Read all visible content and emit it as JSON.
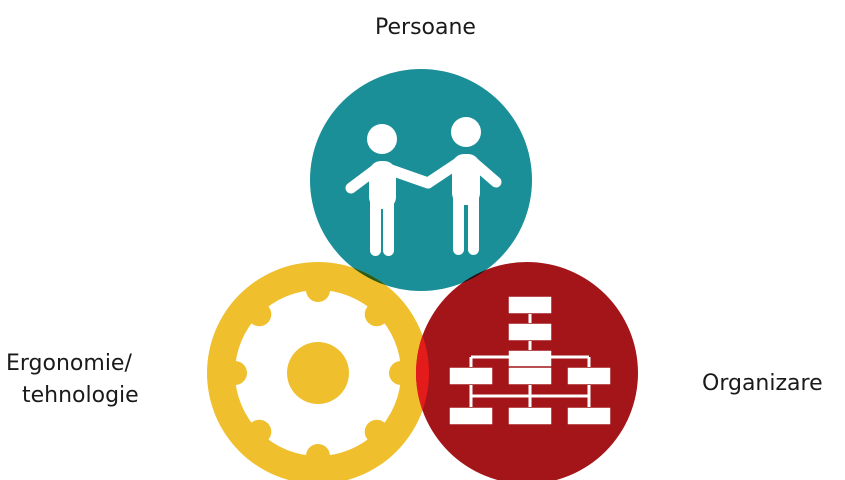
{
  "labels": {
    "people": "Persoane",
    "ergonomics_line1": "Ergonomie/",
    "ergonomics_line2": "tehnologie",
    "organization": "Organizare"
  },
  "colors": {
    "people_circle": "#1b8f98",
    "technology_circle": "#efbf2d",
    "organization_circle": "#a41519",
    "overlap_people_technology": "#2b5b18",
    "overlap_people_organization": "#161616",
    "overlap_technology_organization": "#e31b1b",
    "icon": "#ffffff"
  },
  "icons": {
    "people": "two-people-holding-hands-icon",
    "technology": "gear-icon",
    "organization": "org-chart-icon"
  }
}
